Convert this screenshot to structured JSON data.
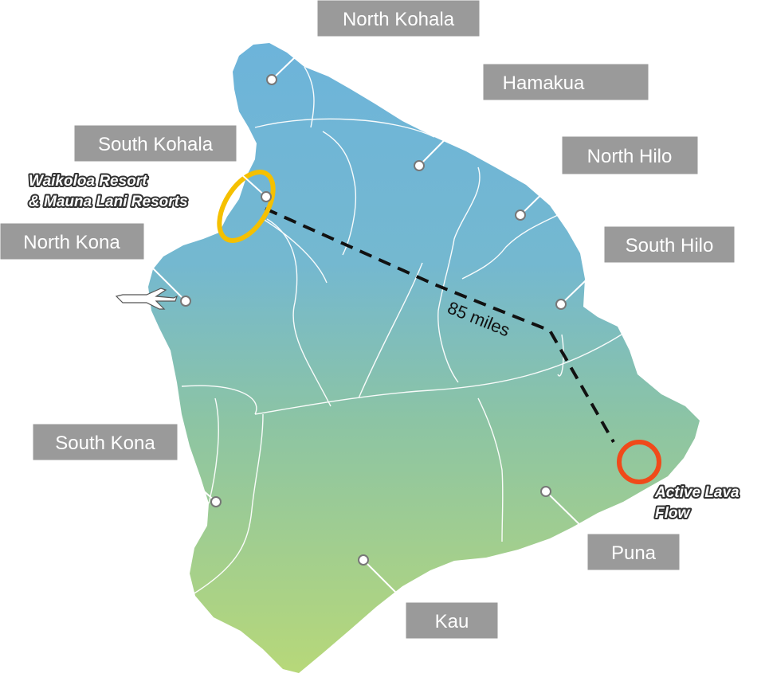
{
  "map": {
    "districts": [
      {
        "name": "North Kohala"
      },
      {
        "name": "Hamakua"
      },
      {
        "name": "South Kohala"
      },
      {
        "name": "North Hilo"
      },
      {
        "name": "North Kona"
      },
      {
        "name": "South Hilo"
      },
      {
        "name": "South Kona"
      },
      {
        "name": "Puna"
      },
      {
        "name": "Kau"
      }
    ],
    "resort_label_line1": "Waikoloa Resort",
    "resort_label_line2": "& Mauna Lani Resorts",
    "lava_label_line1": "Active Lava",
    "lava_label_line2": "Flow",
    "distance_label": "85 miles",
    "colors": {
      "island_top": "#6db4da",
      "island_bottom": "#b5d87a",
      "label_box": "#9a9a9a",
      "resort_ring": "#f5c000",
      "lava_ring": "#f04a1a",
      "route_line": "#111111",
      "boundary": "#ffffff"
    },
    "icons": [
      "airplane-icon"
    ]
  }
}
